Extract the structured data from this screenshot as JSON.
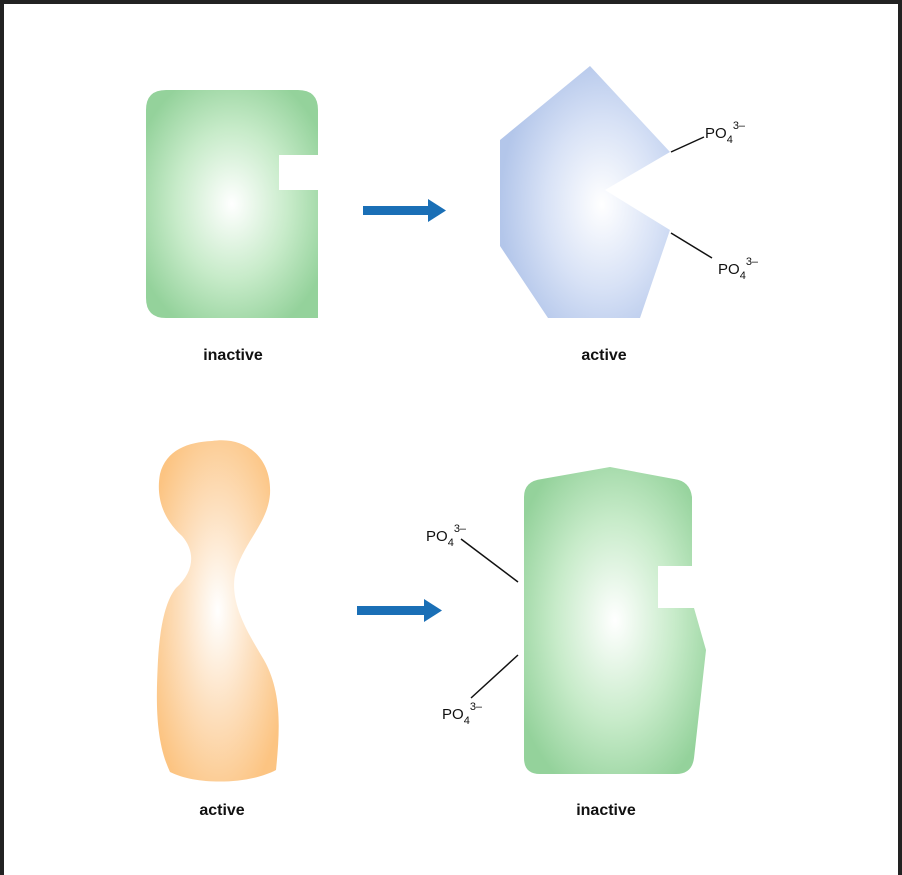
{
  "colors": {
    "green_shape": "#9fd7a4",
    "blue_shape": "#b9c9ec",
    "orange_shape": "#fcc68e",
    "arrow": "#1a6fb6"
  },
  "top": {
    "left_label": "inactive",
    "right_label": "active",
    "phosphates": [
      {
        "base": "PO",
        "sub": "4",
        "sup": "3–"
      },
      {
        "base": "PO",
        "sub": "4",
        "sup": "3–"
      }
    ]
  },
  "bottom": {
    "left_label": "active",
    "right_label": "inactive",
    "phosphates": [
      {
        "base": "PO",
        "sub": "4",
        "sup": "3–"
      },
      {
        "base": "PO",
        "sub": "4",
        "sup": "3–"
      }
    ]
  }
}
